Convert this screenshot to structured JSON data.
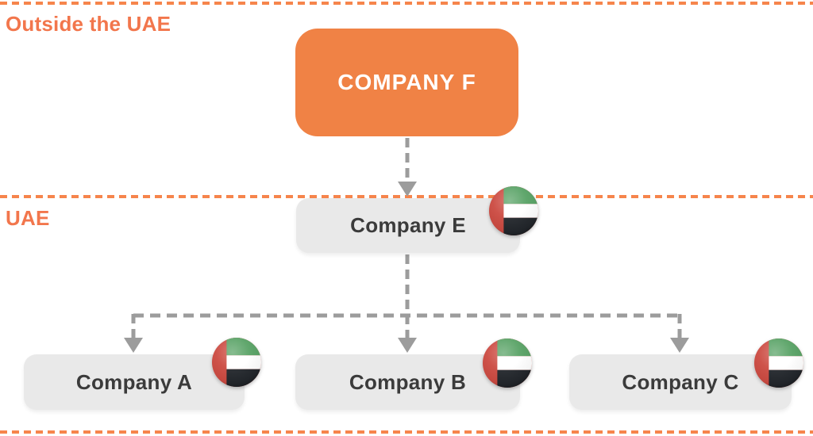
{
  "regions": {
    "outside": {
      "label": "Outside the UAE"
    },
    "uae": {
      "label": "UAE"
    }
  },
  "nodes": {
    "company_f": {
      "label": "COMPANY F",
      "region": "Outside the UAE"
    },
    "company_e": {
      "label": "Company E",
      "region": "UAE",
      "flag": "uae-flag-icon"
    },
    "company_a": {
      "label": "Company A",
      "region": "UAE",
      "flag": "uae-flag-icon"
    },
    "company_b": {
      "label": "Company B",
      "region": "UAE",
      "flag": "uae-flag-icon"
    },
    "company_c": {
      "label": "Company C",
      "region": "UAE",
      "flag": "uae-flag-icon"
    }
  },
  "edges": [
    {
      "from": "COMPANY F",
      "to": "Company E"
    },
    {
      "from": "Company E",
      "to": "Company A"
    },
    {
      "from": "Company E",
      "to": "Company B"
    },
    {
      "from": "Company E",
      "to": "Company C"
    }
  ],
  "colors": {
    "accent_orange_box": "#F08245",
    "accent_orange_label": "#F2764C",
    "separator_orange_dash": "#F6854C",
    "node_gray": "#E9E9E9",
    "node_text_dark": "#3B3B3B",
    "connector_gray": "#9C9C9C",
    "flag_red": "#CC4A41",
    "flag_green": "#58A265",
    "flag_white": "#FFFFFF",
    "flag_black": "#23272C"
  }
}
